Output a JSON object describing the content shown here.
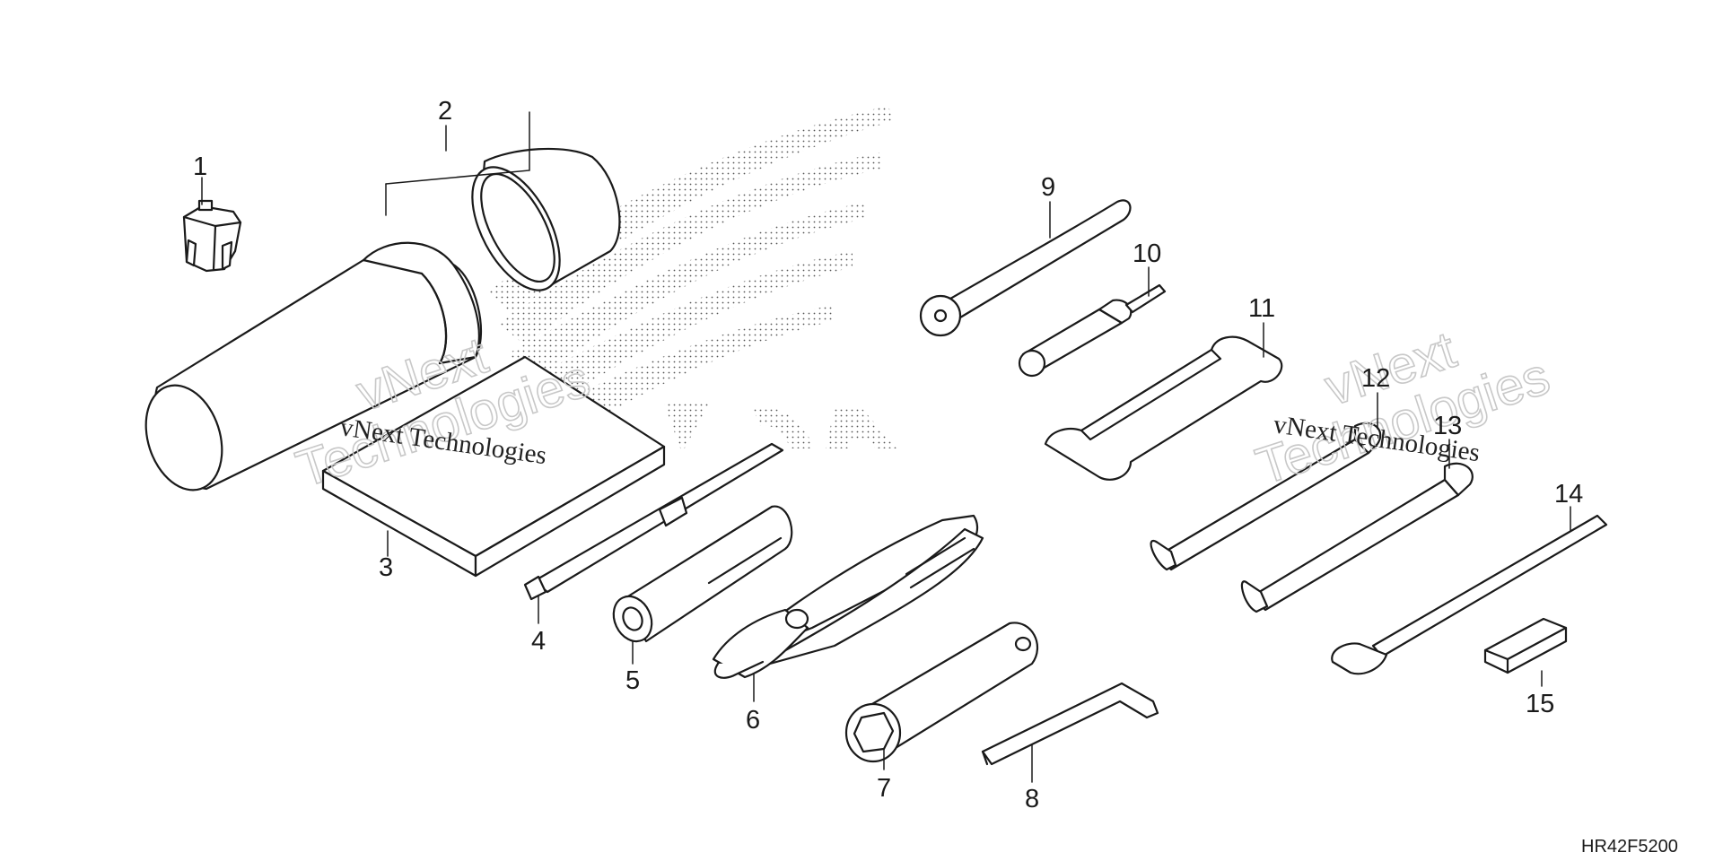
{
  "callouts": [
    {
      "id": "1",
      "label": "1"
    },
    {
      "id": "2",
      "label": "2"
    },
    {
      "id": "3",
      "label": "3"
    },
    {
      "id": "4",
      "label": "4"
    },
    {
      "id": "5",
      "label": "5"
    },
    {
      "id": "6",
      "label": "6"
    },
    {
      "id": "7",
      "label": "7"
    },
    {
      "id": "8",
      "label": "8"
    },
    {
      "id": "9",
      "label": "9"
    },
    {
      "id": "10",
      "label": "10"
    },
    {
      "id": "11",
      "label": "11"
    },
    {
      "id": "12",
      "label": "12"
    },
    {
      "id": "13",
      "label": "13"
    },
    {
      "id": "14",
      "label": "14"
    },
    {
      "id": "15",
      "label": "15"
    }
  ],
  "diagram_code": "HR42F5200",
  "watermark": {
    "line1": "vNext Technologies",
    "outline_word1": "vNext",
    "outline_word2": "Technologies"
  },
  "colors": {
    "line": "#1a1a1a",
    "watermark_outline": "#c8c8c8",
    "background": "#ffffff"
  }
}
